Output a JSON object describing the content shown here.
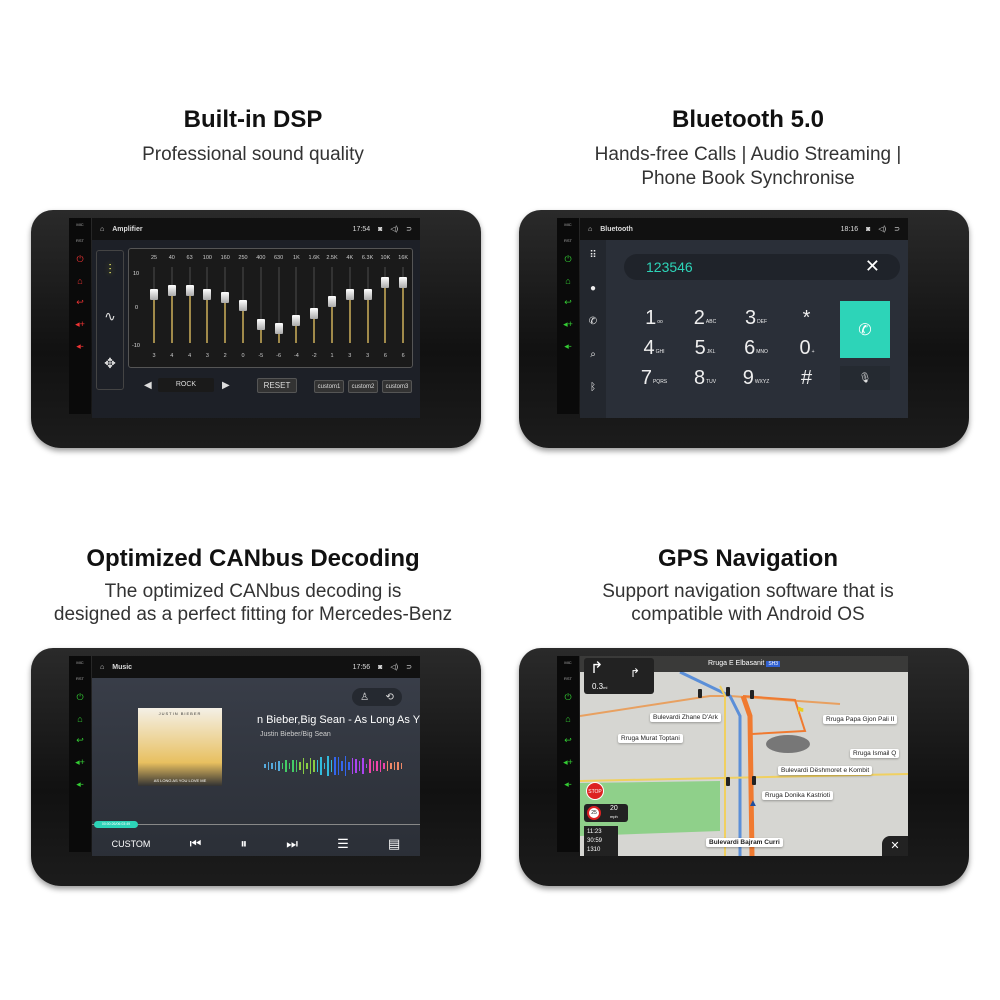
{
  "panels": {
    "dsp": {
      "title": "Built-in DSP",
      "subtitle": "Professional sound quality",
      "app": "Amplifier",
      "time": "17:54",
      "freqs": [
        "25",
        "40",
        "63",
        "100",
        "160",
        "250",
        "400",
        "630",
        "1K",
        "1.6K",
        "2.5K",
        "4K",
        "6.3K",
        "10K",
        "16K"
      ],
      "values": [
        3,
        4,
        4,
        3,
        2,
        0,
        -5,
        -6,
        -4,
        -2,
        1,
        3,
        3,
        6,
        6
      ],
      "scale": {
        "top": "10",
        "mid": "0",
        "bottom": "-10"
      },
      "preset": "ROCK",
      "reset": "RESET",
      "customs": [
        "custom1",
        "custom2",
        "custom3"
      ]
    },
    "bt": {
      "title": "Bluetooth 5.0",
      "subtitle1": "Hands-free Calls | Audio Streaming |",
      "subtitle2": "Phone Book Synchronise",
      "app": "Bluetooth",
      "time": "18:16",
      "number": "123546",
      "keys": [
        [
          "1",
          "oo"
        ],
        [
          "2",
          "ABC"
        ],
        [
          "3",
          "DEF"
        ],
        [
          "*",
          ""
        ],
        [
          "4",
          "GHI"
        ],
        [
          "5",
          "JKL"
        ],
        [
          "6",
          "MNO"
        ],
        [
          "0",
          "+"
        ],
        [
          "7",
          "PQRS"
        ],
        [
          "8",
          "TUV"
        ],
        [
          "9",
          "WXYZ"
        ],
        [
          "#",
          ""
        ]
      ],
      "accent": "#2dd4b8"
    },
    "can": {
      "title": "Optimized CANbus Decoding",
      "subtitle1": "The optimized CANbus decoding is",
      "subtitle2": "designed as a perfect fitting for Mercedes-Benz",
      "app": "Music",
      "time": "17:56",
      "song": "n Bieber,Big Sean - As Long As Y",
      "artist": "Justin Bieber/Big Sean",
      "album_top": "JUSTIN BIEBER",
      "album_bottom": "AS LONG AS YOU LOVE ME",
      "progress_time": "00:00:26/06:03:49",
      "custom": "CUSTOM",
      "progress": 0.12
    },
    "gps": {
      "title": "GPS Navigation",
      "subtitle1": "Support navigation software that is",
      "subtitle2": "compatible with Android OS",
      "street": "Rruga E Elbasanit",
      "road_badge": "SH3",
      "distance": "0.3",
      "distance_unit": "mi",
      "labels": [
        "Bulevardi Zhane D'Ark",
        "Rruga Murat Toptani",
        "Rruga Papa Gjon Pali II",
        "Rruga Ismail Q",
        "Bulevardi Dëshmoret e Kombit",
        "Rruga Donika Kastrioti",
        "Bulevardi Bajram Curri"
      ],
      "stop": "STOP",
      "speed_limit": "25",
      "speed": "20",
      "speed_unit": "mph",
      "eta": "11:23",
      "remaining_time": "30:59",
      "remaining_dist": "1310"
    }
  },
  "side_labels": {
    "mic": "MIC",
    "rst": "RST"
  }
}
